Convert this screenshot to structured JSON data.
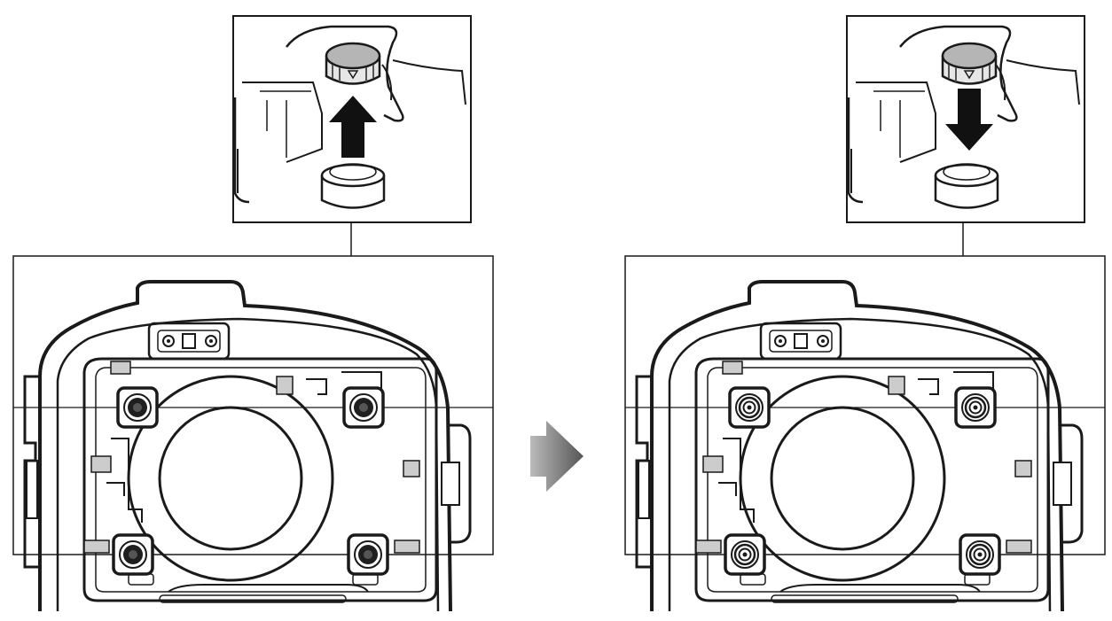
{
  "figure": {
    "panels": [
      {
        "id": "before",
        "action": "pull-up",
        "knob_state": "raised"
      },
      {
        "id": "after",
        "action": "push-down",
        "knob_state": "lowered"
      }
    ],
    "transition_icon": "right-arrow-icon",
    "colors": {
      "line": "#1a1a1a",
      "arrow_fill": "#111111",
      "transition_dark": "#555555",
      "transition_light": "#bbbbbb",
      "background": "#ffffff"
    }
  }
}
